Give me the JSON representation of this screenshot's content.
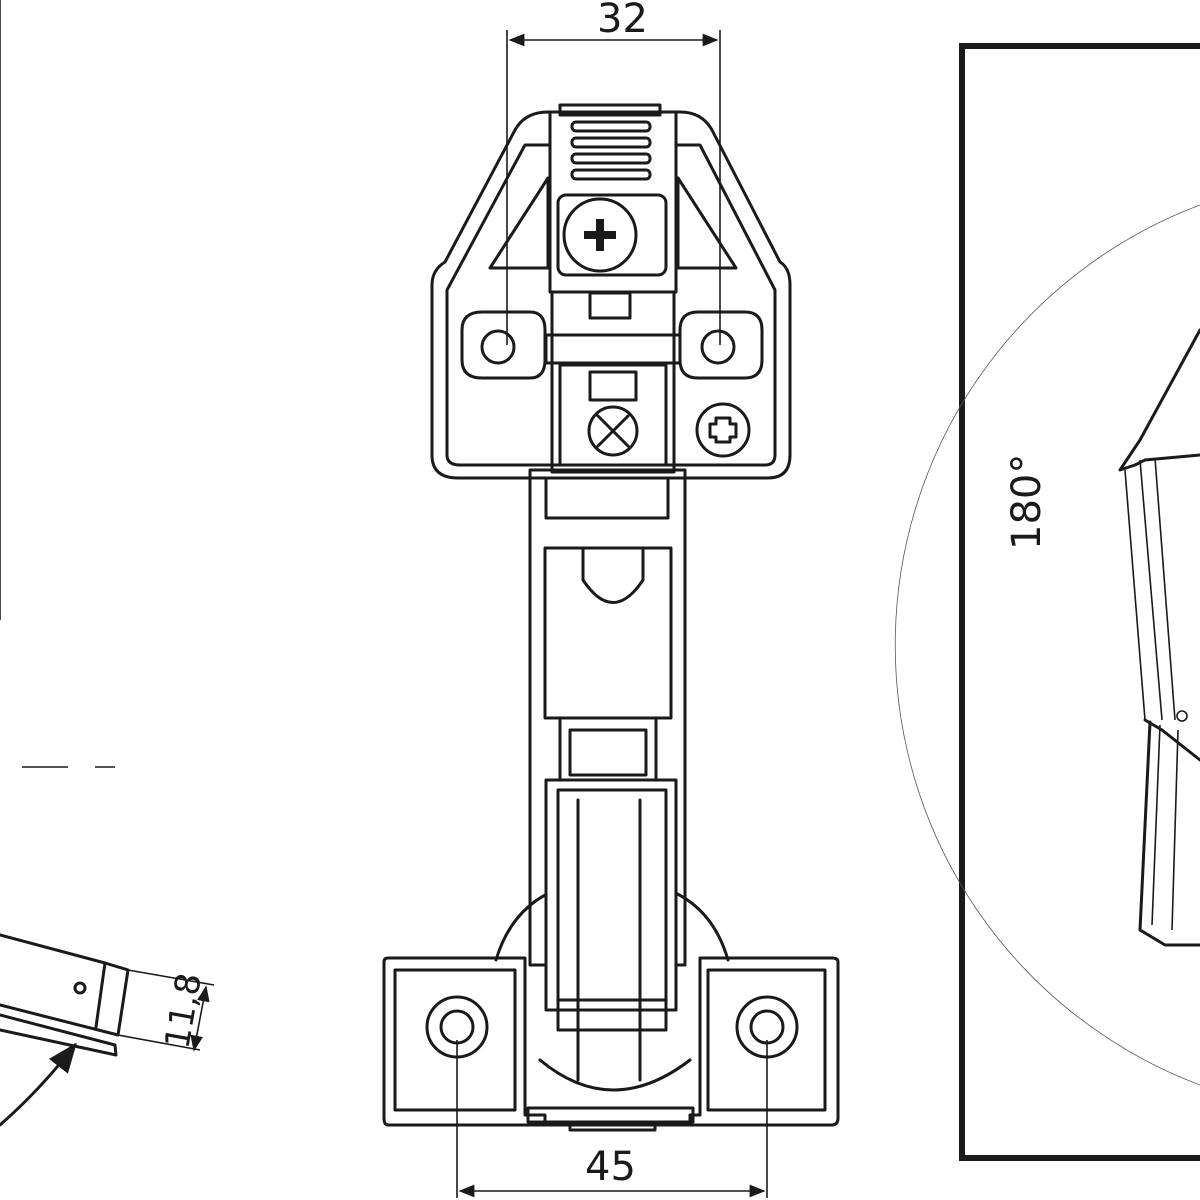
{
  "dimensions": {
    "top_width": "32",
    "bottom_width": "45",
    "side_height": "11,8",
    "opening_angle": "180°"
  }
}
